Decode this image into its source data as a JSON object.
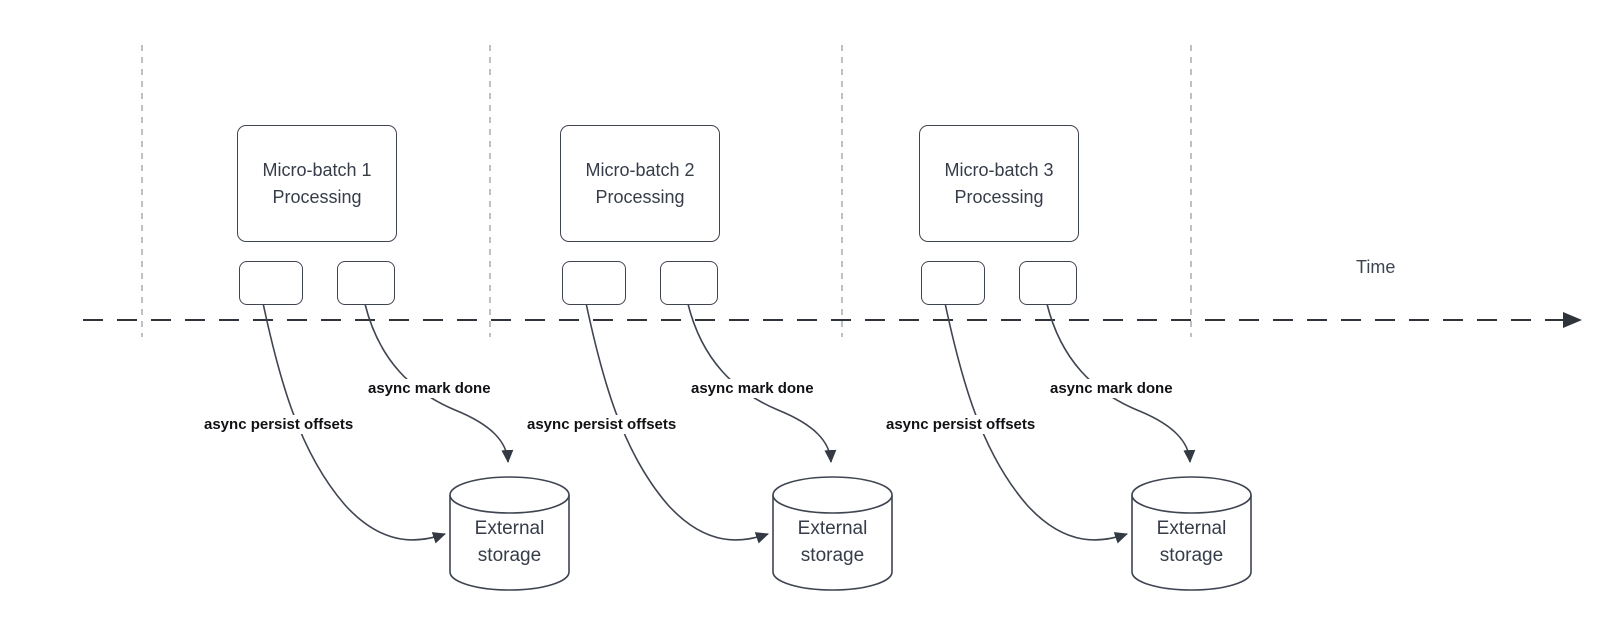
{
  "diagram": {
    "title_hint": "micro-batch streaming timeline",
    "time_axis_label": "Time",
    "sections": [
      {
        "processing_label": "Micro-batch 1\nProcessing",
        "persist_label": "async persist offsets",
        "mark_label": "async mark done",
        "storage_label": "External\nstorage"
      },
      {
        "processing_label": "Micro-batch 2\nProcessing",
        "persist_label": "async persist offsets",
        "mark_label": "async mark done",
        "storage_label": "External\nstorage"
      },
      {
        "processing_label": "Micro-batch 3\nProcessing",
        "persist_label": "async persist offsets",
        "mark_label": "async mark done",
        "storage_label": "External\nstorage"
      }
    ],
    "palette": {
      "background": "#ffffff",
      "shape_stroke": "#3f4550",
      "guide_dash": "#a9acb1",
      "time_axis": "#2f333a",
      "box_text": "#363d49",
      "bold_label_text": "#101114"
    }
  }
}
